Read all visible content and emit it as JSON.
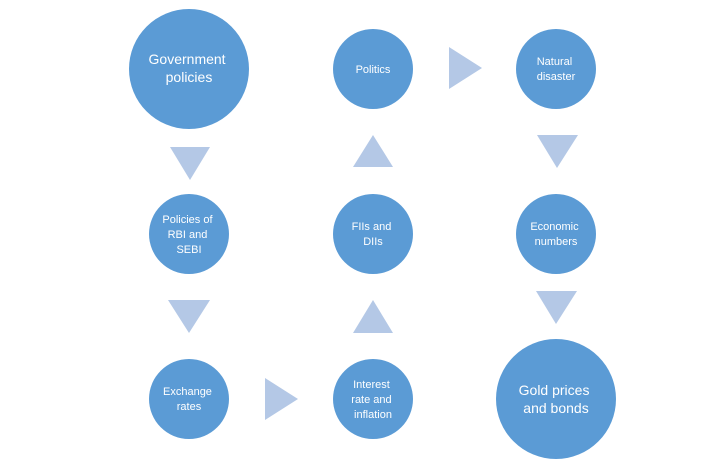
{
  "colors": {
    "node_fill": "#5b9bd5",
    "arrow_fill": "#b4c8e6",
    "label_color": "#ffffff"
  },
  "nodes": {
    "government_policies": {
      "lines": [
        "Government",
        "policies"
      ]
    },
    "politics": {
      "lines": [
        "Politics"
      ]
    },
    "natural_disaster": {
      "lines": [
        "Natural",
        "disaster"
      ]
    },
    "policies_rbi_sebi": {
      "lines": [
        "Policies of",
        "RBI and",
        "SEBI"
      ]
    },
    "fiis_diis": {
      "lines": [
        "FIIs and",
        "DIIs"
      ]
    },
    "economic_numbers": {
      "lines": [
        "Economic",
        "numbers"
      ]
    },
    "exchange_rates": {
      "lines": [
        "Exchange",
        "rates"
      ]
    },
    "interest_rate_inflation": {
      "lines": [
        "Interest",
        "rate and",
        "inflation"
      ]
    },
    "gold_prices_bonds": {
      "lines": [
        "Gold prices",
        "and bonds"
      ]
    }
  },
  "arrows": [
    {
      "from": "government_policies",
      "to": "policies_rbi_sebi",
      "direction": "down"
    },
    {
      "from": "policies_rbi_sebi",
      "to": "exchange_rates",
      "direction": "down"
    },
    {
      "from": "exchange_rates",
      "to": "interest_rate_inflation",
      "direction": "right"
    },
    {
      "from": "interest_rate_inflation",
      "to": "fiis_diis",
      "direction": "up"
    },
    {
      "from": "fiis_diis",
      "to": "politics",
      "direction": "up"
    },
    {
      "from": "politics",
      "to": "natural_disaster",
      "direction": "right"
    },
    {
      "from": "natural_disaster",
      "to": "economic_numbers",
      "direction": "down"
    },
    {
      "from": "economic_numbers",
      "to": "gold_prices_bonds",
      "direction": "down"
    }
  ]
}
